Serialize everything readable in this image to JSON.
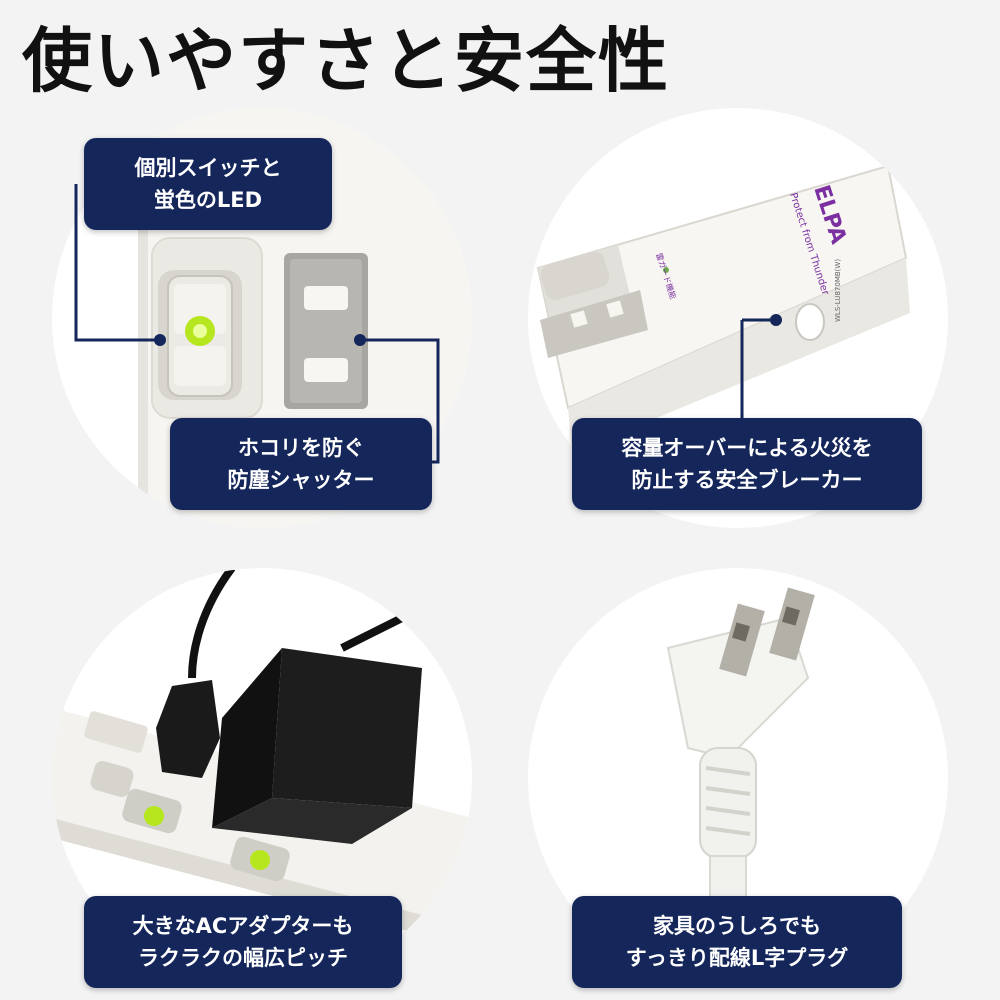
{
  "title": "使いやすさと安全性",
  "features": [
    {
      "lines": [
        "個別スイッチと",
        "蛍色のLED"
      ]
    },
    {
      "lines": [
        "ホコリを防ぐ",
        "防塵シャッター"
      ]
    },
    {
      "lines": [
        "容量オーバーによる火災を",
        "防止する安全ブレーカー"
      ]
    },
    {
      "lines": [
        "大きなACアダプターも",
        "ラクラクの幅広ピッチ"
      ]
    },
    {
      "lines": [
        "家具のうしろでも",
        "すっきり配線L字プラグ"
      ]
    }
  ],
  "product": {
    "brand": "ELPA",
    "tagline": "Protect from Thunder",
    "led_label": "雷ガード機能",
    "model_text": "WLS-LU870MB(W)"
  },
  "colors": {
    "label_bg": "#14265a",
    "label_text": "#ffffff",
    "leader_line": "#14265a",
    "led_green": "#b6e61e",
    "brand_purple": "#7b2fa0",
    "background": "#f3f3f4"
  }
}
